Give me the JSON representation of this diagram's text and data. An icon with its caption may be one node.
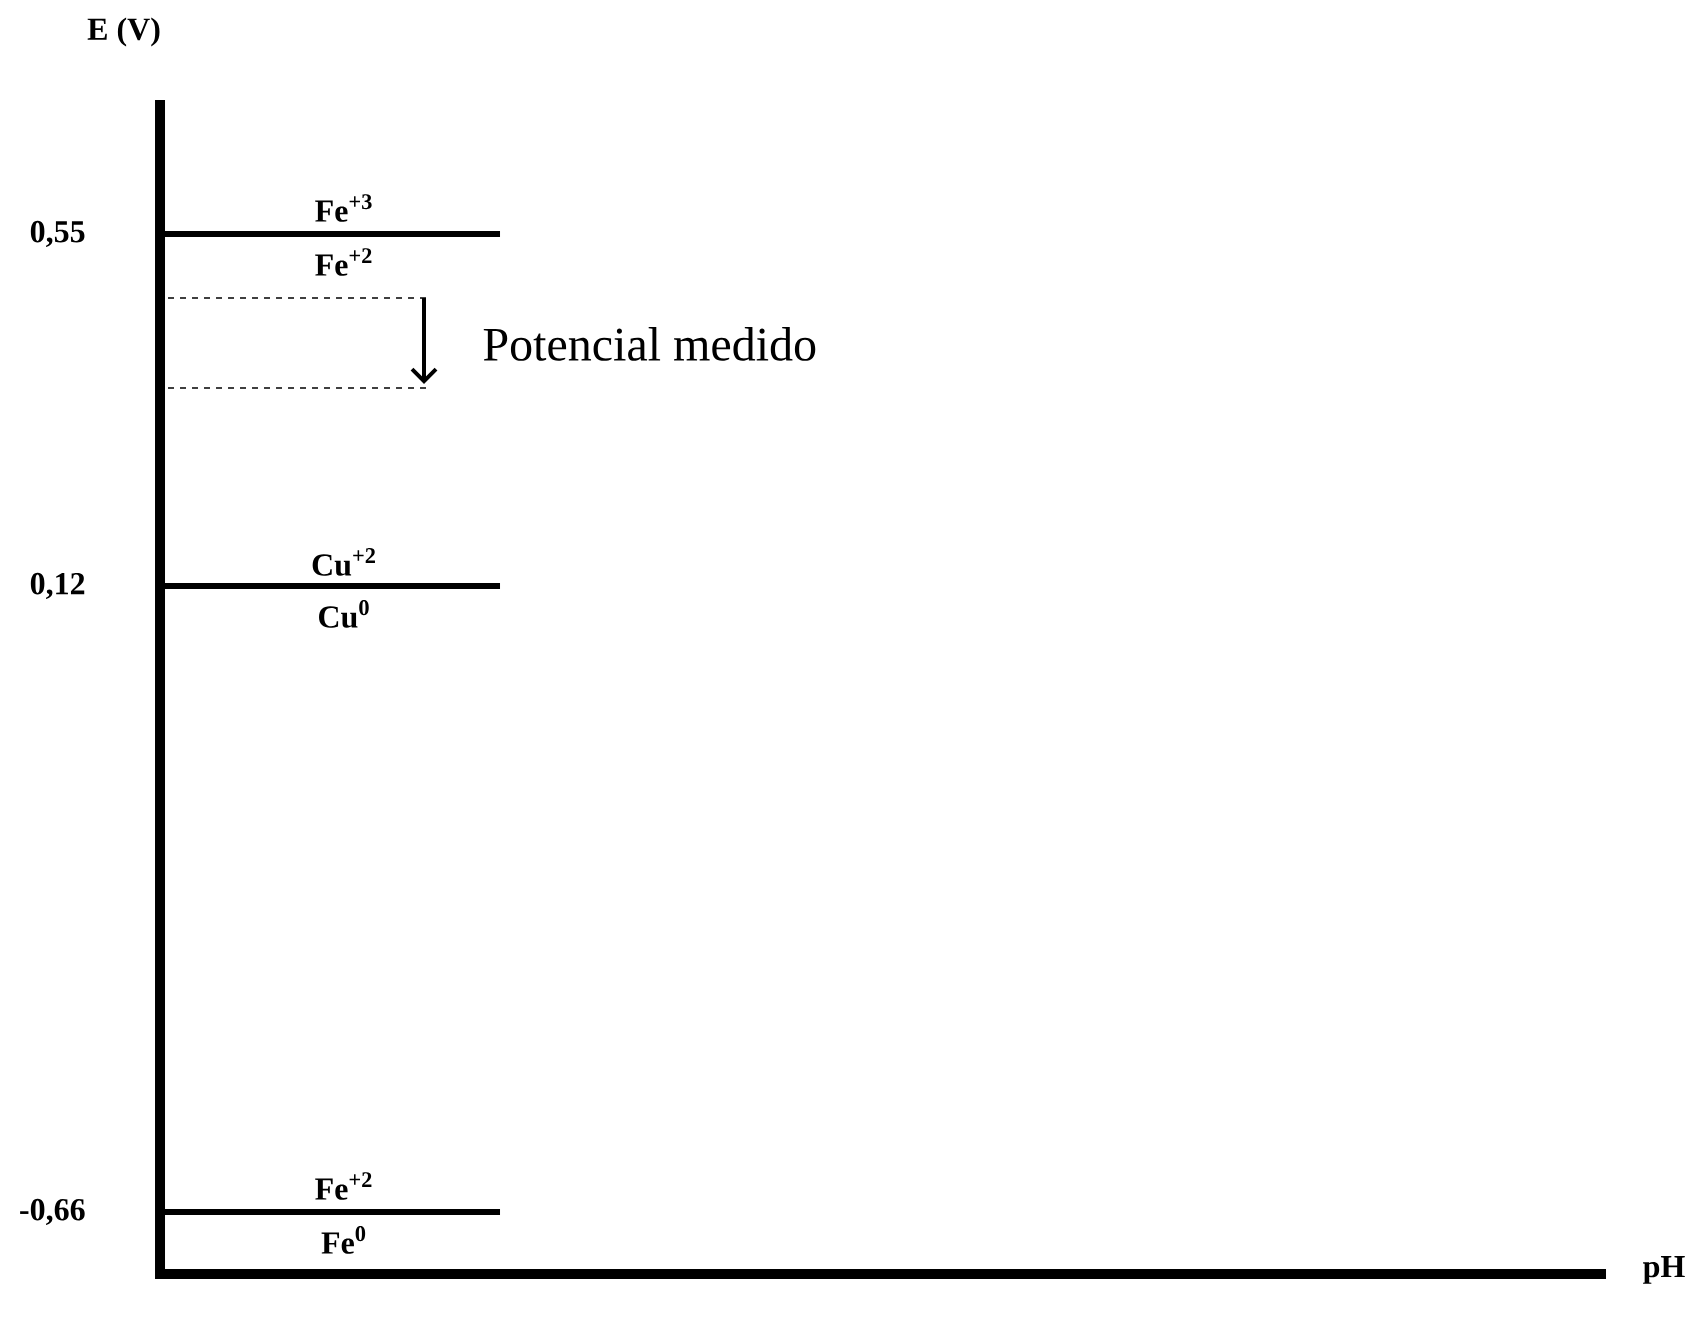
{
  "diagram": {
    "labels": [
      "E (V)",
      "Fe$^{+3}$",
      "0,55",
      "Fe$^{+2}$",
      "Potencial medido",
      "Cu$^{+2}$",
      "0,12",
      "Cu$^{0}$",
      "Fe$^{+2}$",
      "-0,66",
      "Fe$^{0}$",
      "pH"
    ]
  }
}
